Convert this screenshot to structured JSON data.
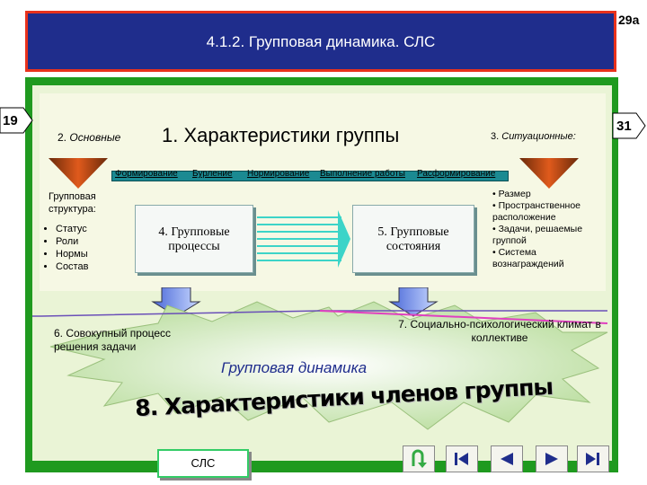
{
  "slide_number": "29а",
  "header_title": "4.1.2. Групповая динамика. СЛС",
  "nav_left_tab": "19",
  "nav_right_tab": "31",
  "main_title": "1. Характеристики группы",
  "left_heading_num": "2.",
  "left_heading_text": "Основные",
  "right_heading_num": "3.",
  "right_heading_text": "Ситуационные:",
  "process_steps": [
    "Формирование",
    "Бурление",
    "Нормирование",
    "Выполнение работы",
    "Расформирование"
  ],
  "left_block": {
    "title": "Групповая структура:",
    "items": [
      "Статус",
      "Роли",
      "Нормы",
      "Состав"
    ]
  },
  "right_block": {
    "items": [
      "Размер",
      "Пространственное расположение",
      "Задачи, решаемые группой",
      "Система вознаграждений"
    ]
  },
  "box_processes": "4. Групповые процессы",
  "box_states": "5. Групповые состояния",
  "label_6": "6. Совокупный процесс решения задачи",
  "label_7": "7. Социально-психологический климат в коллективе",
  "center_label": "Групповая динамика",
  "label_8": "8. Характеристики членов группы",
  "slc_button": "СЛС",
  "colors": {
    "header_bg": "#1f2d8c",
    "frame_green": "#1f9a1f",
    "accent_red": "#e8321c",
    "magenta": "#e040c0",
    "teal": "#1b8a92"
  },
  "nav_icons": [
    "return-icon",
    "first-icon",
    "previous-icon",
    "next-icon",
    "last-icon"
  ]
}
